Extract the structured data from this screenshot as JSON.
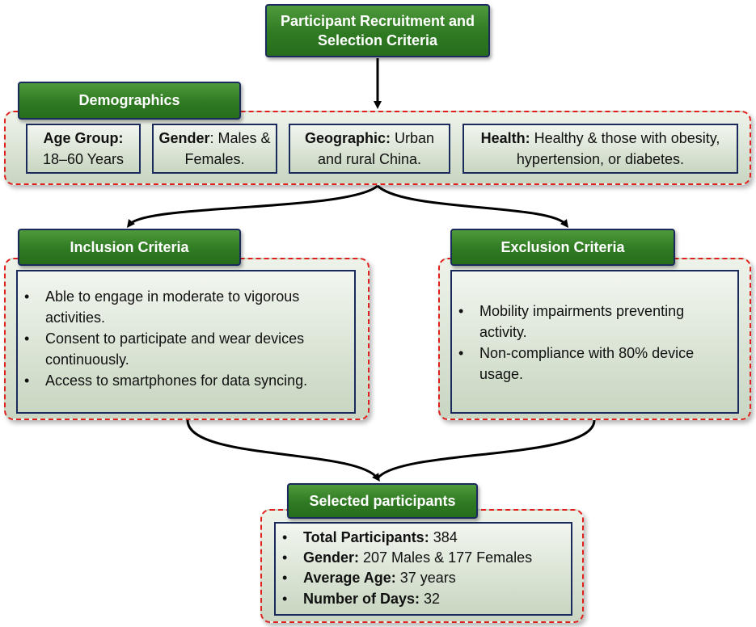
{
  "title": "Participant Recruitment and Selection Criteria",
  "demographics": {
    "header": "Demographics",
    "age": {
      "label": "Age Group:",
      "value": "18–60 Years"
    },
    "gender": {
      "label": "Gender",
      "value": ": Males & Females."
    },
    "geographic": {
      "label": "Geographic:",
      "value": " Urban and rural China."
    },
    "health": {
      "label": "Health:",
      "value": " Healthy & those with obesity, hypertension, or diabetes."
    }
  },
  "inclusion": {
    "header": "Inclusion Criteria",
    "items": [
      "Able to engage in moderate to vigorous activities.",
      "Consent to participate and wear devices continuously.",
      "Access to smartphones for data syncing."
    ]
  },
  "exclusion": {
    "header": "Exclusion Criteria",
    "items": [
      "Mobility impairments preventing activity.",
      "Non-compliance with 80% device usage."
    ]
  },
  "selected": {
    "header": "Selected participants",
    "items": [
      {
        "label": "Total Participants:",
        "value": " 384"
      },
      {
        "label": "Gender:",
        "value": " 207 Males & 177 Females"
      },
      {
        "label": "Average Age:",
        "value": " 37 years"
      },
      {
        "label": "Number of Days:",
        "value": " 32"
      }
    ]
  },
  "colors": {
    "header_green": "#2f7a22",
    "border_navy": "#1b2a5c",
    "dashed_red": "#e0201c"
  }
}
